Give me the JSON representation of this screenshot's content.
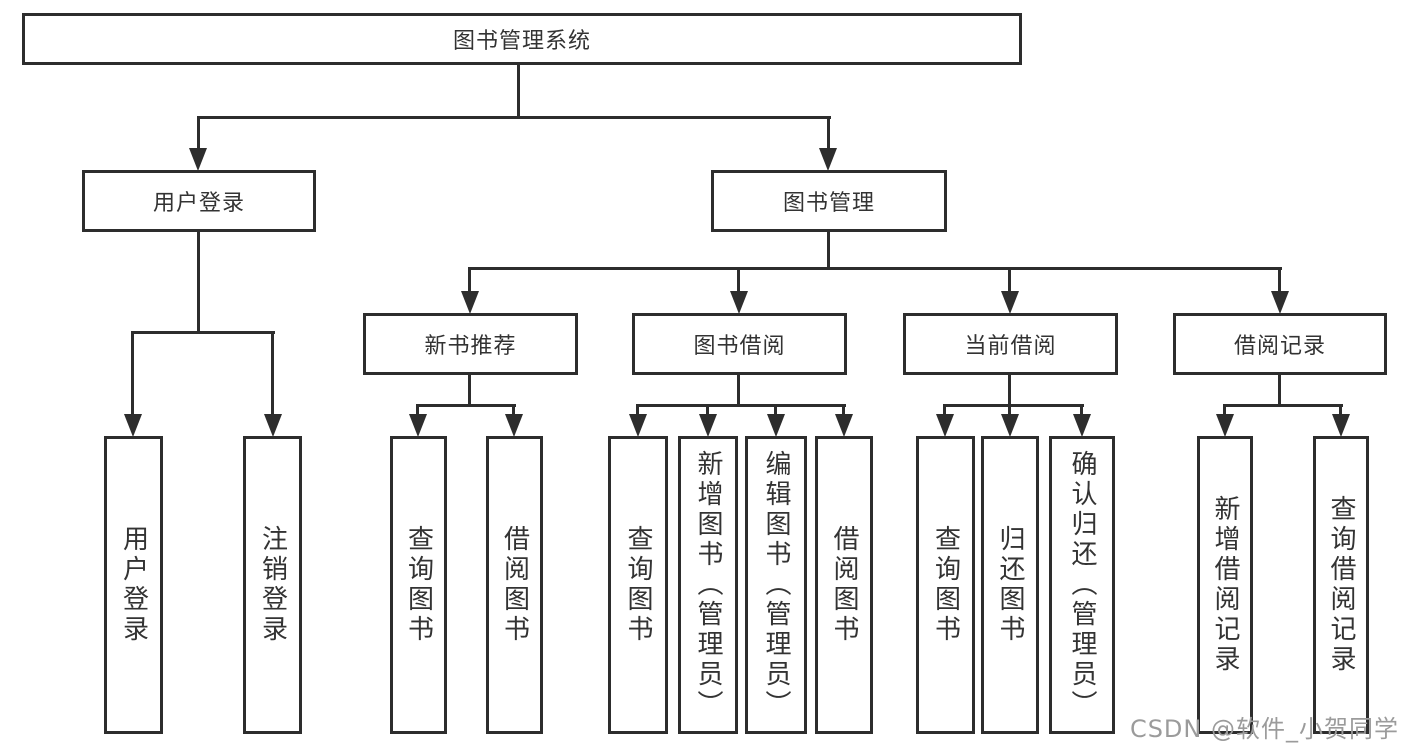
{
  "colors": {
    "line": "#2d2d2d",
    "text": "#333333",
    "background": "#ffffff",
    "box_fill": "#ffffff",
    "watermark": "#9b9b9b"
  },
  "watermark": "CSDN @软件_小贺同学",
  "tree": {
    "root": {
      "label": "图书管理系统"
    },
    "level2": [
      {
        "label": "用户登录",
        "children": [
          {
            "label": "用户登录"
          },
          {
            "label": "注销登录"
          }
        ]
      },
      {
        "label": "图书管理",
        "children": [
          {
            "label": "新书推荐",
            "children": [
              {
                "label": "查询图书"
              },
              {
                "label": "借阅图书"
              }
            ]
          },
          {
            "label": "图书借阅",
            "children": [
              {
                "label": "查询图书"
              },
              {
                "label": "新增图书（管理员）"
              },
              {
                "label": "编辑图书（管理员）"
              },
              {
                "label": "借阅图书"
              }
            ]
          },
          {
            "label": "当前借阅",
            "children": [
              {
                "label": "查询图书"
              },
              {
                "label": "归还图书"
              },
              {
                "label": "确认归还（管理员）"
              }
            ]
          },
          {
            "label": "借阅记录",
            "children": [
              {
                "label": "新增借阅记录"
              },
              {
                "label": "查询借阅记录"
              }
            ]
          }
        ]
      }
    ]
  }
}
